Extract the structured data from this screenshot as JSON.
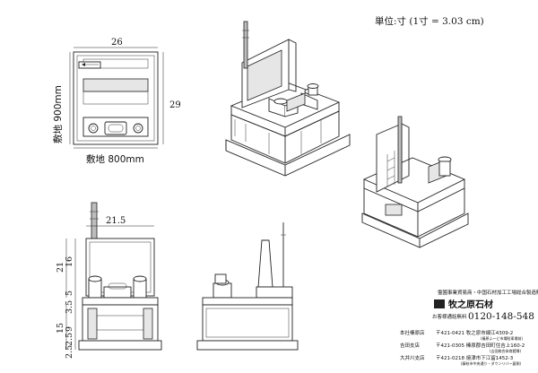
{
  "unit_note": "単位:寸 (1寸 = 3.03 cm)",
  "top_plan": {
    "width_label": "26",
    "depth_label": "29",
    "site_width": "敷地 800mm",
    "site_depth": "敷地 900mm"
  },
  "front_elev": {
    "top_width": "21.5",
    "h_upper": "21",
    "h_16": "16",
    "h_5": "5",
    "h_3_5": "3.5",
    "h_15": "15",
    "h_9": "9",
    "h_2_5a": "2.5",
    "h_2_5b": "2.5"
  },
  "company": {
    "tagline": "霊園事業貿易商・中国石材加工工場総合製造販売",
    "name": "牧之原石材",
    "tel_label": "お客様通話無料",
    "tel": "0120-148-548",
    "branches": [
      {
        "label": "本社榛原店",
        "addr": "〒421-0421 牧之原市細江4309-2",
        "note": "(榛原ふ～ど市場駐車場前)"
      },
      {
        "label": "吉田支店",
        "addr": "〒421-0305 榛原郡吉田町住吉上160-2",
        "note": "(吉田総合体育館隣)"
      },
      {
        "label": "大井川支店",
        "addr": "〒421-0218 焼津市下江留1452-3",
        "note": "(藤枝市中央通り・ダウンリバー裏側)"
      }
    ]
  }
}
